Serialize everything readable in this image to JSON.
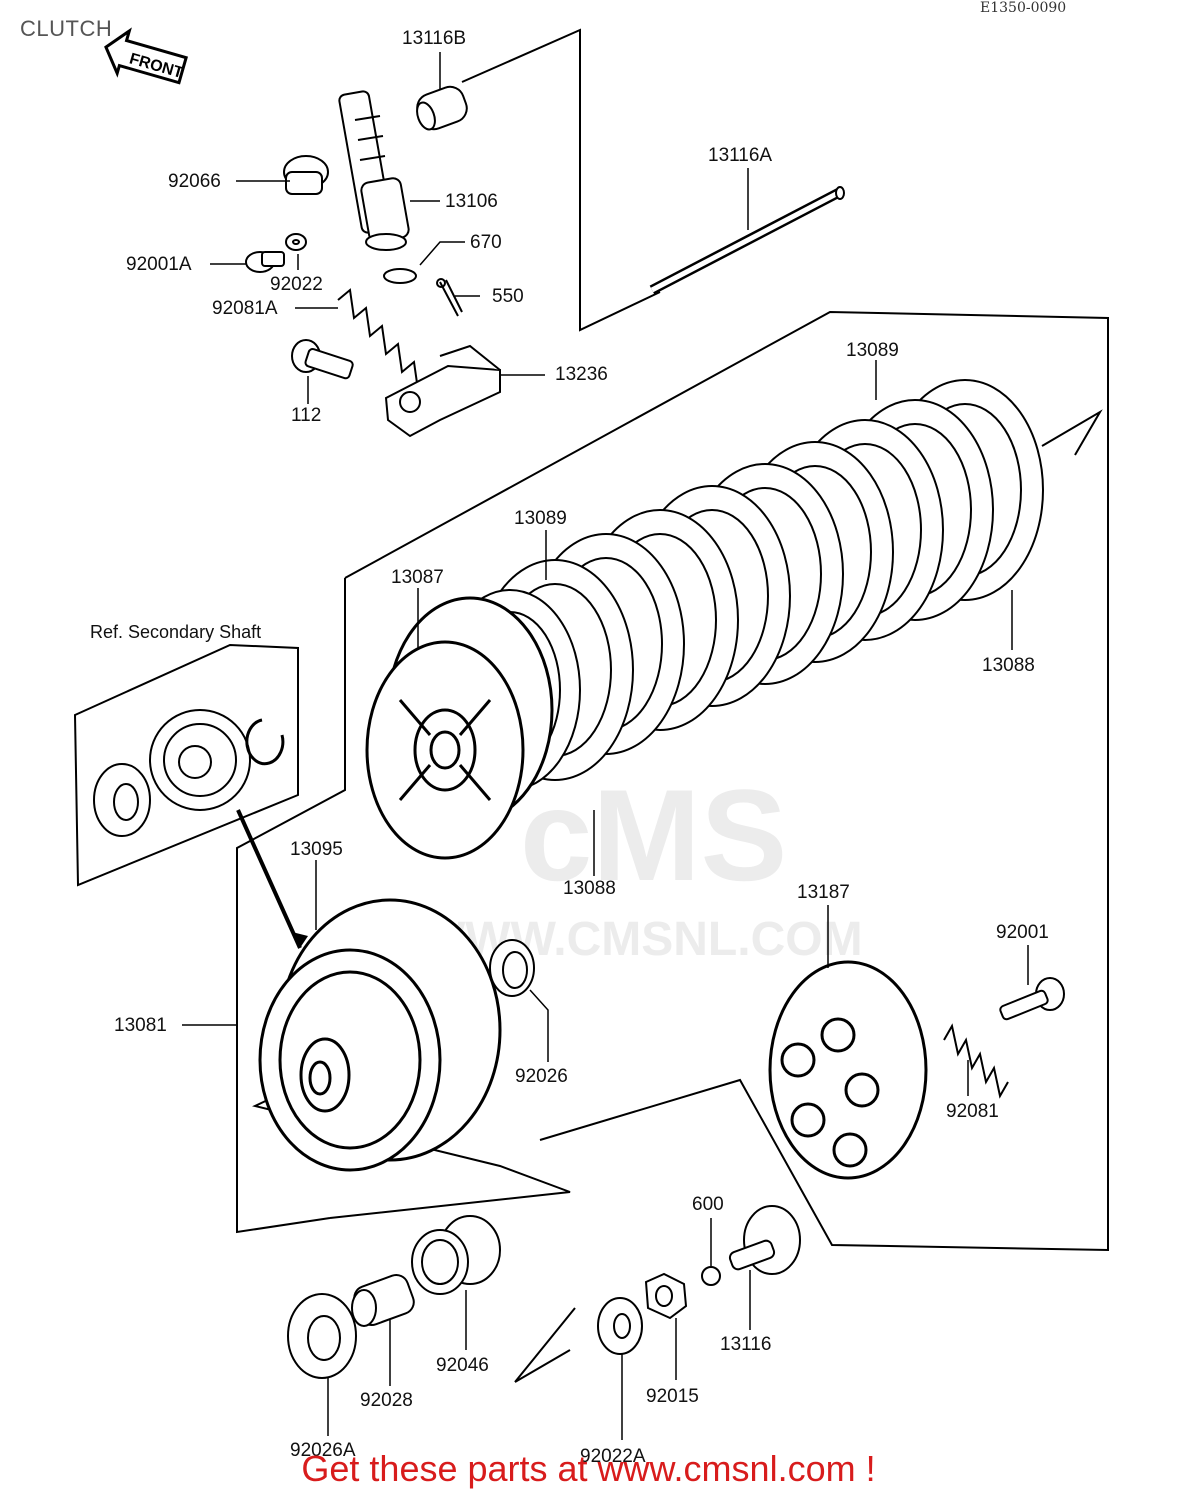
{
  "header": {
    "title": "CLUTCH",
    "doc_ref": "E1350-0090"
  },
  "front_arrow": {
    "label": "FRONT"
  },
  "watermark": {
    "logo_text": "cMS",
    "site": "WWW.CMSNL.COM"
  },
  "group": {
    "ref_label": "Ref. Secondary Shaft"
  },
  "parts": [
    {
      "id": "13116B"
    },
    {
      "id": "13116A"
    },
    {
      "id": "92066"
    },
    {
      "id": "13106"
    },
    {
      "id": "670"
    },
    {
      "id": "92001A"
    },
    {
      "id": "92022"
    },
    {
      "id": "550"
    },
    {
      "id": "92081A"
    },
    {
      "id": "13236"
    },
    {
      "id": "112"
    },
    {
      "id": "13089"
    },
    {
      "id": "13089"
    },
    {
      "id": "13087"
    },
    {
      "id": "13088"
    },
    {
      "id": "13088"
    },
    {
      "id": "13095"
    },
    {
      "id": "13187"
    },
    {
      "id": "92001"
    },
    {
      "id": "13081"
    },
    {
      "id": "92026"
    },
    {
      "id": "92081"
    },
    {
      "id": "600"
    },
    {
      "id": "13116"
    },
    {
      "id": "92046"
    },
    {
      "id": "92028"
    },
    {
      "id": "92015"
    },
    {
      "id": "92022A"
    },
    {
      "id": "92026A"
    }
  ],
  "footer": {
    "text": "Get these parts at www.cmsnl.com !",
    "color": "#d81c1c"
  }
}
